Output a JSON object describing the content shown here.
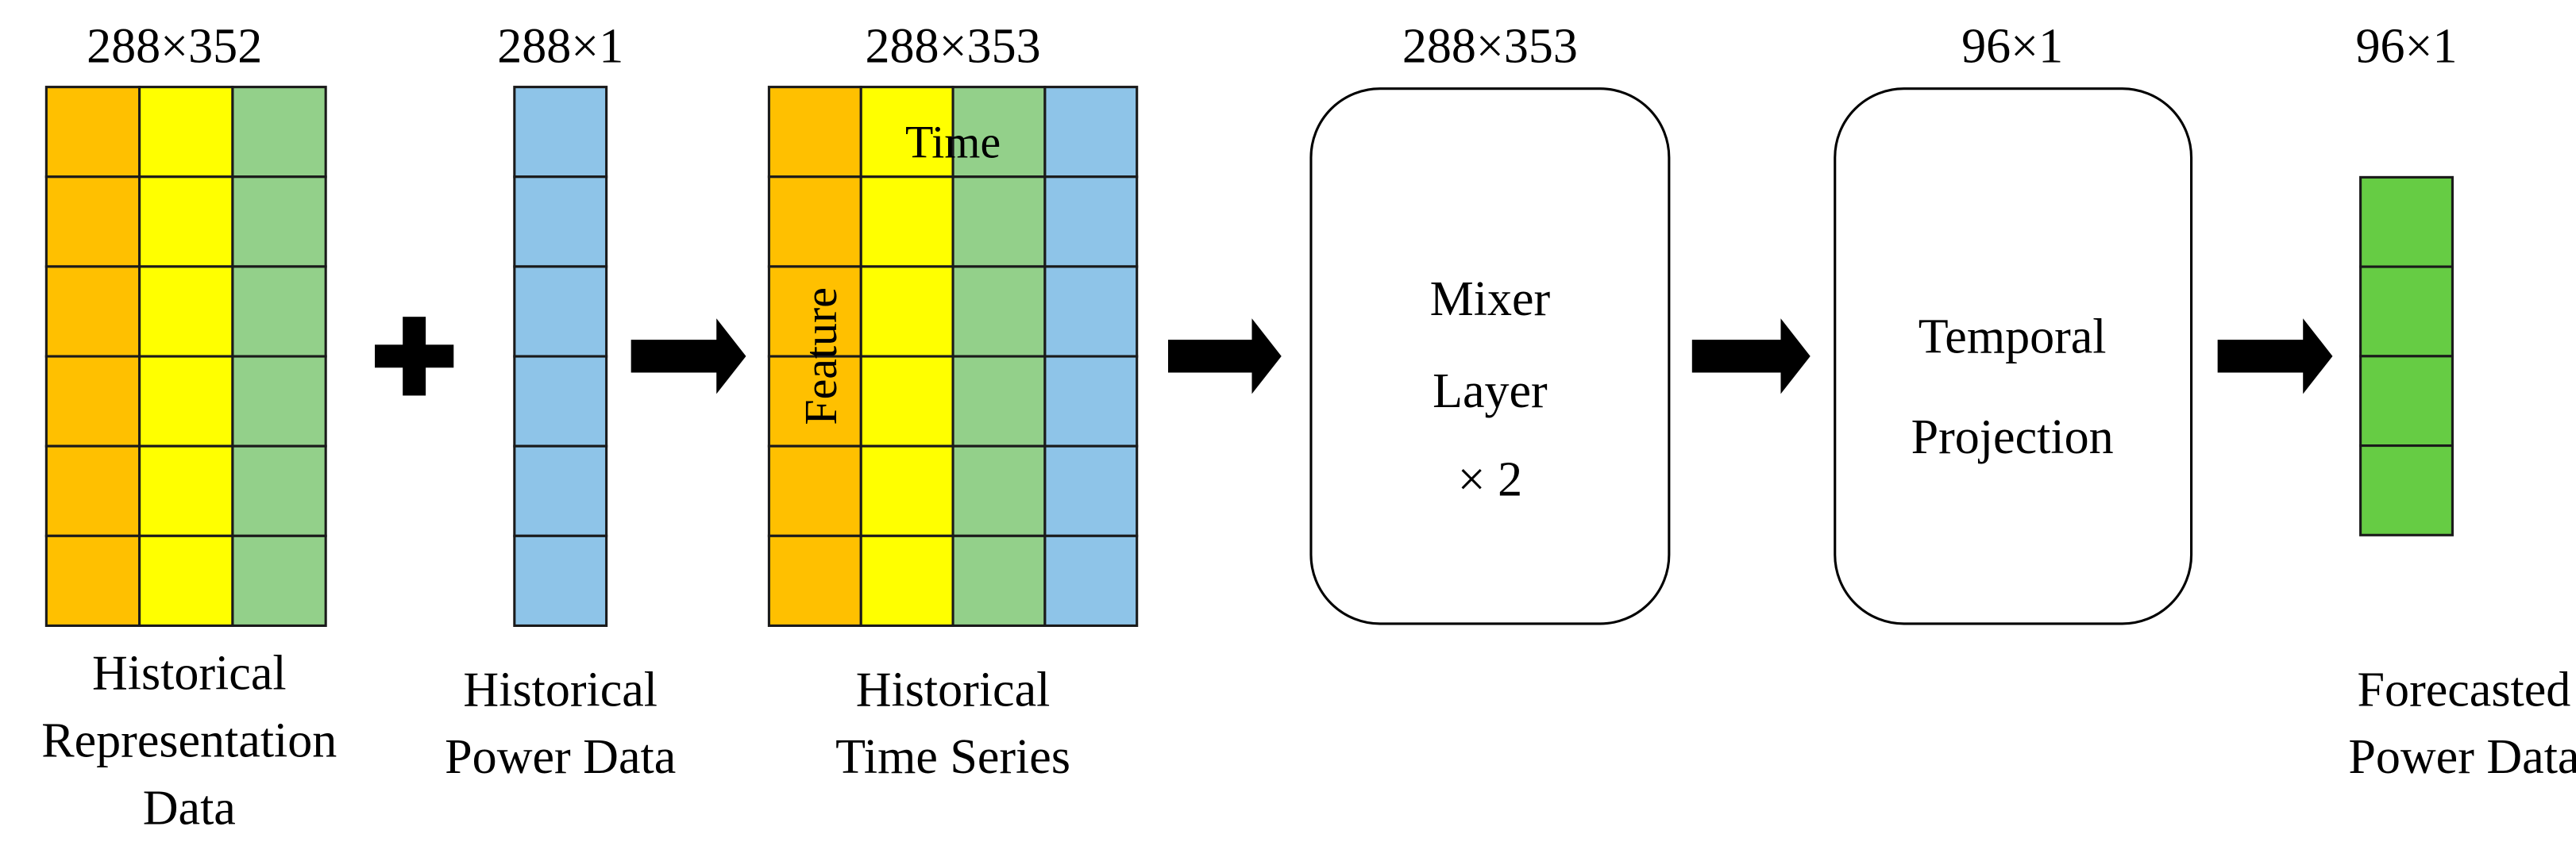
{
  "blocks": {
    "representation": {
      "dims": "288×352",
      "label": [
        "Historical",
        "Representation",
        "Data"
      ]
    },
    "power": {
      "dims": "288×1",
      "label": [
        "Historical",
        "Power Data"
      ]
    },
    "time_series": {
      "dims": "288×353",
      "label": [
        "Historical",
        "Time Series"
      ],
      "axis_time": "Time",
      "axis_feature": "Feature"
    },
    "mixer": {
      "dims": "288×353",
      "label": [
        "Mixer",
        "Layer",
        "× 2"
      ]
    },
    "projection": {
      "dims": "96×1",
      "label": [
        "Temporal",
        "Projection"
      ]
    },
    "forecast": {
      "dims": "96×1",
      "label": [
        "Forecasted",
        "Power Data"
      ]
    }
  },
  "colors": {
    "orange": "#FFC000",
    "yellow": "#FFFF00",
    "green": "#93D08A",
    "blue": "#8EC4E8",
    "forecast_green": "#66CC44"
  },
  "operators": {
    "plus": "plus-icon",
    "arrow": "right-arrow-icon"
  }
}
